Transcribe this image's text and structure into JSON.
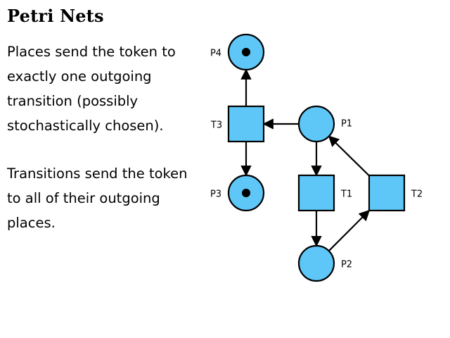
{
  "title": "Petri Nets",
  "paragraphs": [
    "Places send the token to exactly one outgoing transition (possibly stochastically chosen).",
    "Transitions send the token to all of their outgoing places."
  ],
  "diagram": {
    "colors": {
      "fill": "#5ec7f7",
      "stroke": "#000000"
    },
    "places": [
      {
        "id": "P4",
        "label": "P4",
        "token": true
      },
      {
        "id": "P1",
        "label": "P1",
        "token": false
      },
      {
        "id": "P3",
        "label": "P3",
        "token": true
      },
      {
        "id": "P2",
        "label": "P2",
        "token": false
      }
    ],
    "transitions": [
      {
        "id": "T3",
        "label": "T3"
      },
      {
        "id": "T1",
        "label": "T1"
      },
      {
        "id": "T2",
        "label": "T2"
      }
    ],
    "arcs": [
      {
        "from": "T3",
        "to": "P4"
      },
      {
        "from": "P1",
        "to": "T3"
      },
      {
        "from": "T3",
        "to": "P3"
      },
      {
        "from": "P1",
        "to": "T1"
      },
      {
        "from": "T1",
        "to": "P2"
      },
      {
        "from": "P2",
        "to": "T2"
      },
      {
        "from": "T2",
        "to": "P1"
      }
    ]
  }
}
